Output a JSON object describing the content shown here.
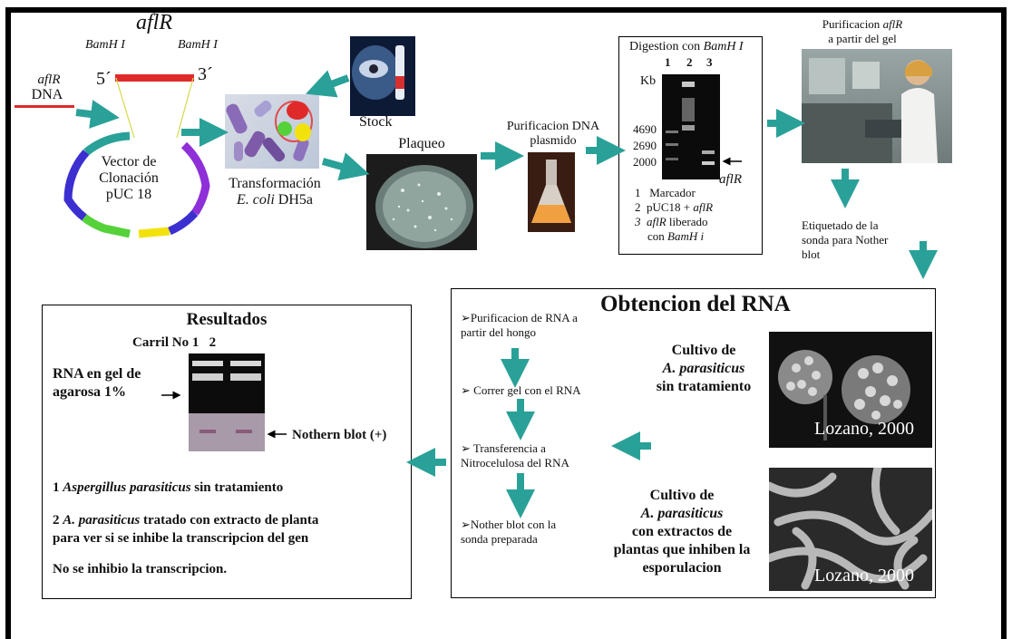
{
  "gene": {
    "title": "aflR",
    "bamh_left": "BamH I",
    "bamh_right": "BamH I",
    "five_prime": "5´",
    "three_prime": "3´",
    "dna_italic": "aflR",
    "dna_label": "DNA"
  },
  "vector": {
    "line1": "Vector de",
    "line2": "Clonación",
    "line3": "pUC 18"
  },
  "stock": {
    "label": "Stock"
  },
  "transformation": {
    "label": "Transformación",
    "organism_italic": "E. coli",
    "strain": "DH5a"
  },
  "plating": {
    "label": "Plaqueo"
  },
  "plasmid_purification": {
    "line1": "Purificacion DNA",
    "line2": "plasmido"
  },
  "digestion": {
    "title": "Digestion con ",
    "title_italic": "BamH I",
    "lanes": [
      "1",
      "2",
      "3"
    ],
    "kb_label": "Kb",
    "sizes": [
      "4690",
      "2690",
      "2000"
    ],
    "band_label": "aflR",
    "legend": [
      {
        "num": "1",
        "text": "Marcador",
        "italic": ""
      },
      {
        "num": "2",
        "text": "pUC18 + ",
        "italic": "aflR"
      },
      {
        "num": "3",
        "text": " liberado",
        "italic": "aflR"
      }
    ],
    "legend_line4_prefix": "con ",
    "legend_line4_italic": "BamH i"
  },
  "gel_purification": {
    "line1": "Purificacion ",
    "line1_italic": "aflR",
    "line2": "a partir del gel"
  },
  "probe": {
    "line1": "Etiquetado de la",
    "line2": "sonda para Nother",
    "line3": "blot"
  },
  "rna": {
    "title": "Obtencion del RNA",
    "steps": [
      [
        "➢Purificacion de RNA a",
        "partir del hongo"
      ],
      [
        "➢ Correr gel con el RNA"
      ],
      [
        "➢ Transferencia a",
        "Nitrocelulosa del RNA"
      ],
      [
        "➢Nother blot con la",
        "sonda preparada"
      ]
    ],
    "culture1": {
      "line1": "Cultivo de",
      "species": "A. parasiticus",
      "line3": "sin tratamiento"
    },
    "culture2": {
      "line1": "Cultivo de",
      "species": "A. parasiticus",
      "line3": "con extractos de",
      "line4": "plantas que inhiben la",
      "line5": "esporulacion"
    },
    "credit1": "Lozano, 2000",
    "credit2": "Lozano, 2000"
  },
  "results": {
    "title": "Resultados",
    "lane_header": "Carril No 1   2",
    "gel_label_1": "RNA en gel de",
    "gel_label_2": "agarosa 1%",
    "blot_label": "Nothern blot (+)",
    "note1_num": "1 ",
    "note1_species": "Aspergillus parasiticus",
    "note1_rest": " sin tratamiento",
    "note2_num": "2 ",
    "note2_species": "A. parasiticus",
    "note2_rest": " tratado con extracto de planta",
    "note2_line2": "para ver si se inhibe la transcripcion del gen",
    "conclusion": "No se inhibio la transcripcion."
  },
  "colors": {
    "arrow": "#2aa198",
    "insert_red": "#e02a2a",
    "vector_blue": "#3b2fd0",
    "vector_purple": "#8e2fd8",
    "vector_green": "#55d23a",
    "vector_yellow": "#f2e20c",
    "vector_teal": "#2aa198"
  }
}
